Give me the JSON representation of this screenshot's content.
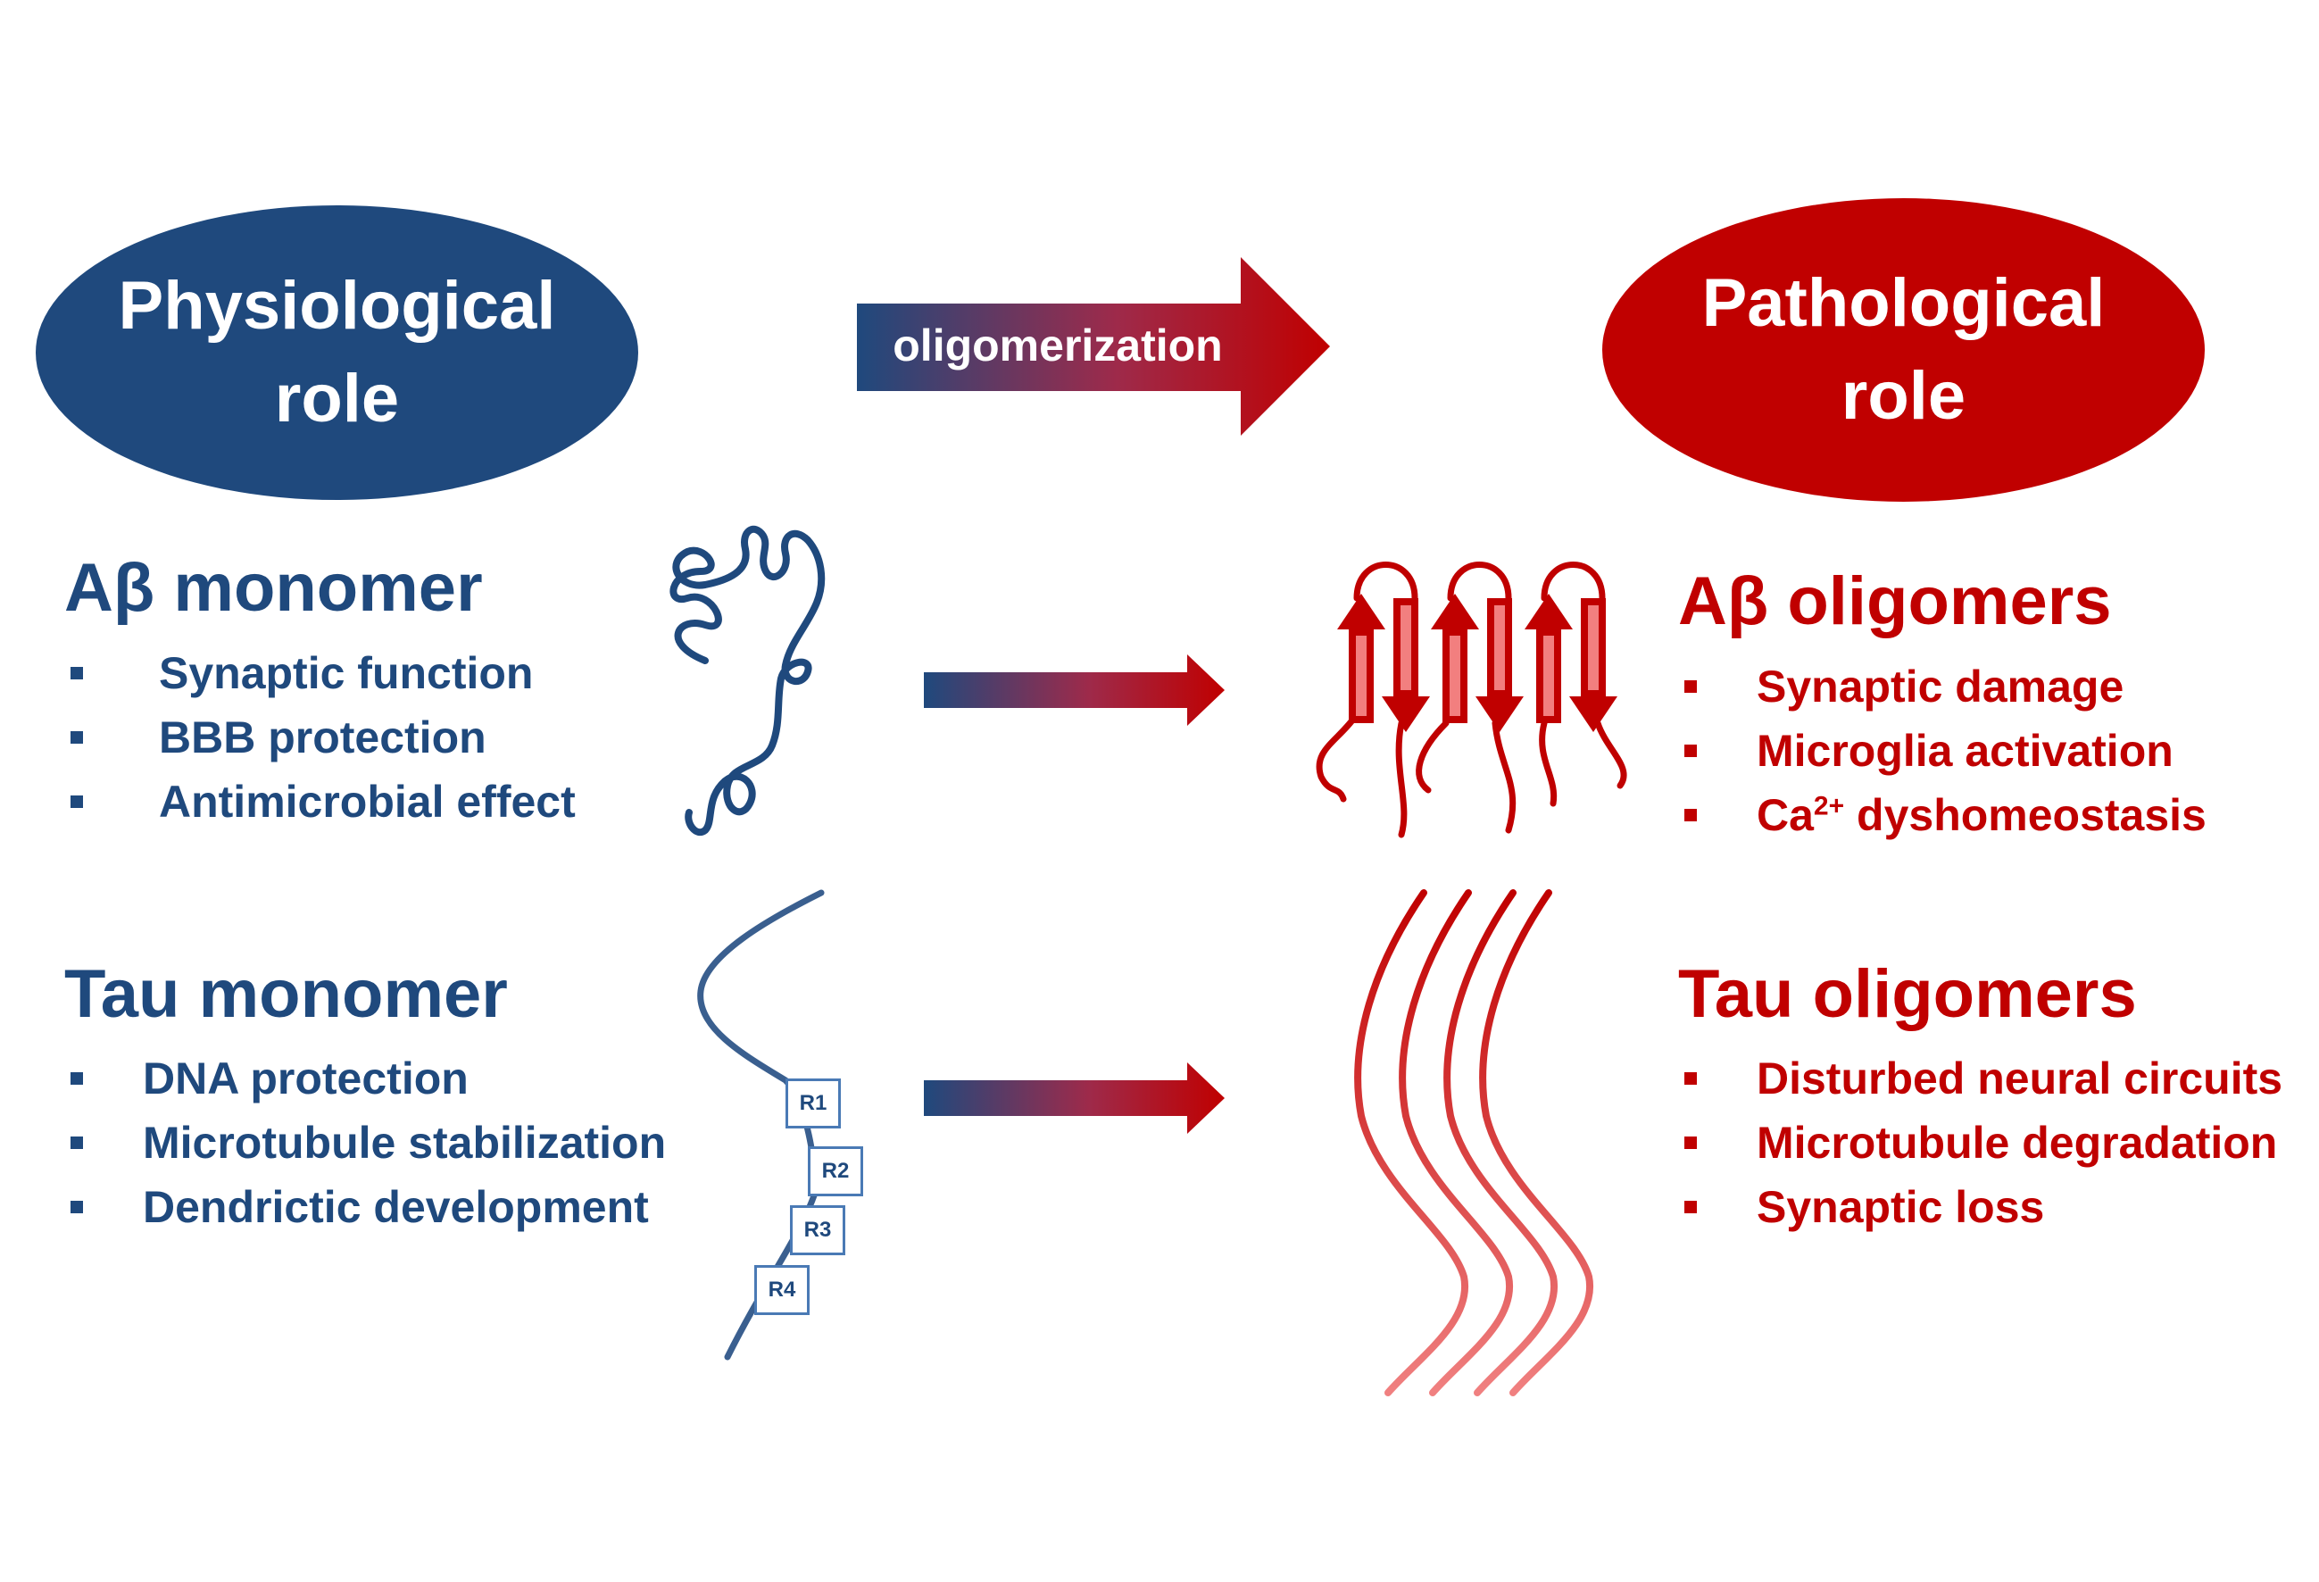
{
  "left_panel": {
    "title_line1": "Physiological",
    "title_line2": "role",
    "color": "#1f497d"
  },
  "right_panel": {
    "title_line1": "Pathological",
    "title_line2": "role",
    "color": "#c00000"
  },
  "top_arrow": {
    "label": "oligomerization"
  },
  "abeta_monomer": {
    "heading": "Aβ monomer",
    "items": [
      "Synaptic function",
      "BBB protection",
      "Antimicrobial effect"
    ]
  },
  "tau_monomer": {
    "heading": "Tau monomer",
    "items": [
      "DNA protection",
      "Microtubule stabilization",
      "Dendrictic development"
    ]
  },
  "abeta_oligomers": {
    "heading": "Aβ oligomers",
    "items": [
      "Synaptic damage",
      "Microglia activation",
      "dyshomeostasis"
    ],
    "ca_base": "Ca",
    "ca_sup": "2+"
  },
  "tau_oligomers": {
    "heading": "Tau oligomers",
    "items": [
      "Disturbed neural circuits",
      "Microtubule degradation",
      "Synaptic loss"
    ]
  },
  "tau_repeats": [
    "R1",
    "R2",
    "R3",
    "R4"
  ],
  "icons": {
    "monomer": "random-coil-icon",
    "oligomer": "beta-sheet-icon",
    "tau": "tau-chain-icon",
    "fibrils": "tau-fibrils-icon"
  }
}
